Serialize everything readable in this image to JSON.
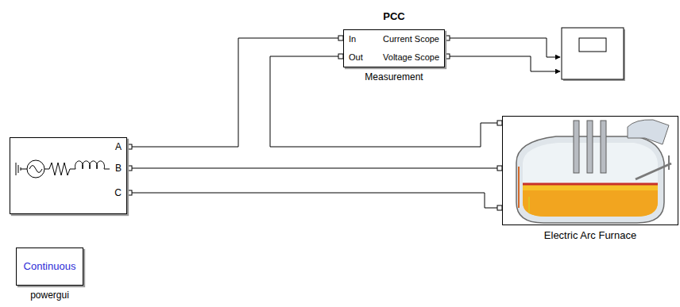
{
  "diagram": {
    "nodes": [
      {
        "text": [
          "PCC",
          "In",
          "Out",
          "Current Scope",
          "Voltage Scope",
          "Measurement"
        ]
      },
      {
        "text": [
          "A",
          "B",
          "C"
        ]
      },
      {
        "text": [
          "Electric Arc Furnace"
        ]
      },
      {
        "text": [
          "Continuous",
          "powergui"
        ]
      }
    ],
    "edges": [
      {
        "from": 1,
        "to": 0,
        "arrow": "none"
      },
      {
        "from": 0,
        "to": 2,
        "arrow": "none"
      },
      {
        "from": 1,
        "to": 2,
        "arrow": "none"
      },
      {
        "from": 1,
        "to": 2,
        "arrow": "none"
      }
    ]
  }
}
